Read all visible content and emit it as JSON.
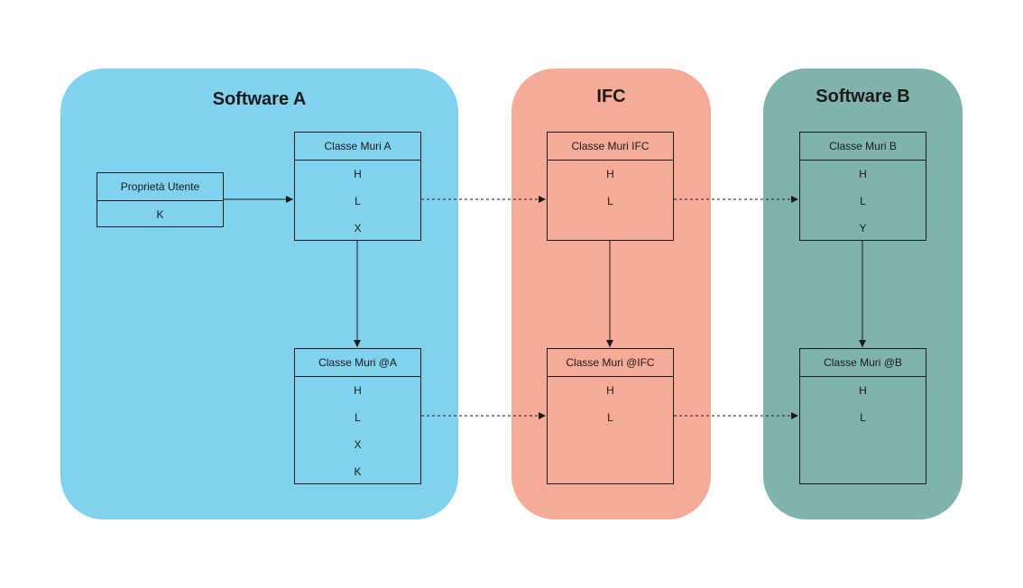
{
  "groups": {
    "software_a": {
      "title": "Software A",
      "color": "#81d2ef"
    },
    "ifc": {
      "title": "IFC",
      "color": "#f6ab98"
    },
    "software_b": {
      "title": "Software B",
      "color": "#80b3ac"
    }
  },
  "classes": {
    "proprieta_utente": {
      "name": "Proprietà Utente",
      "attrs": [
        "K"
      ]
    },
    "muri_a": {
      "name": "Classe Muri A",
      "attrs": [
        "H",
        "L",
        "X"
      ]
    },
    "muri_at_a": {
      "name": "Classe Muri @A",
      "attrs": [
        "H",
        "L",
        "X",
        "K"
      ]
    },
    "muri_ifc": {
      "name": "Classe Muri IFC",
      "attrs": [
        "H",
        "L"
      ]
    },
    "muri_at_ifc": {
      "name": "Classe Muri @IFC",
      "attrs": [
        "H",
        "L"
      ]
    },
    "muri_b": {
      "name": "Classe Muri B",
      "attrs": [
        "H",
        "L",
        "Y"
      ]
    },
    "muri_at_b": {
      "name": "Classe Muri @B",
      "attrs": [
        "H",
        "L"
      ]
    }
  },
  "connectors": [
    {
      "from": "proprieta_utente",
      "to": "muri_a",
      "style": "solid"
    },
    {
      "from": "muri_a",
      "to": "muri_at_a",
      "style": "solid"
    },
    {
      "from": "muri_ifc",
      "to": "muri_at_ifc",
      "style": "solid"
    },
    {
      "from": "muri_b",
      "to": "muri_at_b",
      "style": "solid"
    },
    {
      "from": "muri_a",
      "to": "muri_ifc",
      "style": "dashed"
    },
    {
      "from": "muri_ifc",
      "to": "muri_b",
      "style": "dashed"
    },
    {
      "from": "muri_at_a",
      "to": "muri_at_ifc",
      "style": "dashed"
    },
    {
      "from": "muri_at_ifc",
      "to": "muri_at_b",
      "style": "dashed"
    }
  ]
}
